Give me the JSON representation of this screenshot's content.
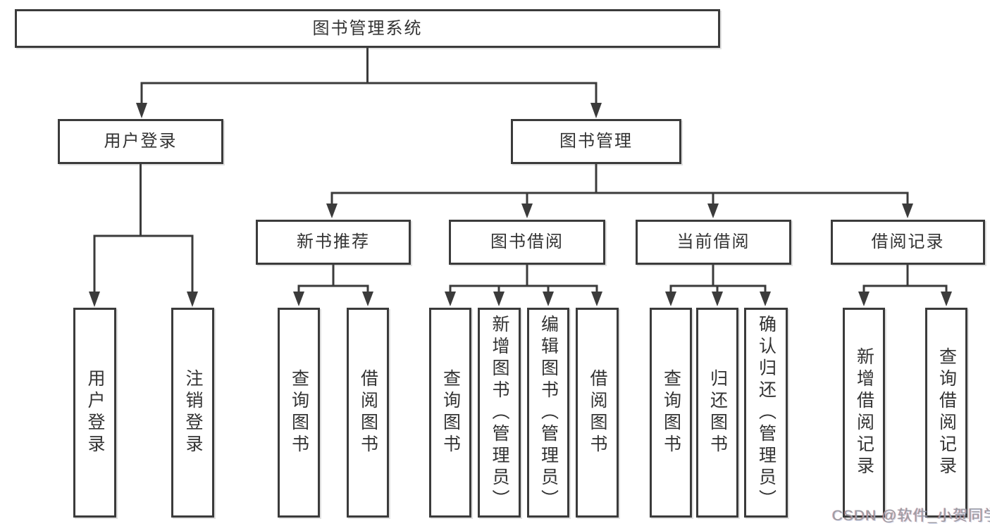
{
  "diagram_type": "hierarchy-diagram",
  "tree": {
    "label": "图书管理系统",
    "children": [
      {
        "label": "用户登录",
        "children": [
          {
            "label": "用户登录"
          },
          {
            "label": "注销登录"
          }
        ]
      },
      {
        "label": "图书管理",
        "children": [
          {
            "label": "新书推荐",
            "children": [
              {
                "label": "查询图书"
              },
              {
                "label": "借阅图书"
              }
            ]
          },
          {
            "label": "图书借阅",
            "children": [
              {
                "label": "查询图书"
              },
              {
                "label": "新增图书（管理员）"
              },
              {
                "label": "编辑图书（管理员）"
              },
              {
                "label": "借阅图书"
              }
            ]
          },
          {
            "label": "当前借阅",
            "children": [
              {
                "label": "查询图书"
              },
              {
                "label": "归还图书"
              },
              {
                "label": "确认归还（管理员）"
              }
            ]
          },
          {
            "label": "借阅记录",
            "children": [
              {
                "label": "新增借阅记录"
              },
              {
                "label": "查询借阅记录"
              }
            ]
          }
        ]
      }
    ]
  },
  "watermark": {
    "text": "CSDN @软件_小贺同学"
  },
  "colors": {
    "line": "#3b3b3b",
    "text": "#333333",
    "box_background": "#ffffff",
    "page_background": "#ffffff",
    "watermark": "#9b9ca4"
  }
}
